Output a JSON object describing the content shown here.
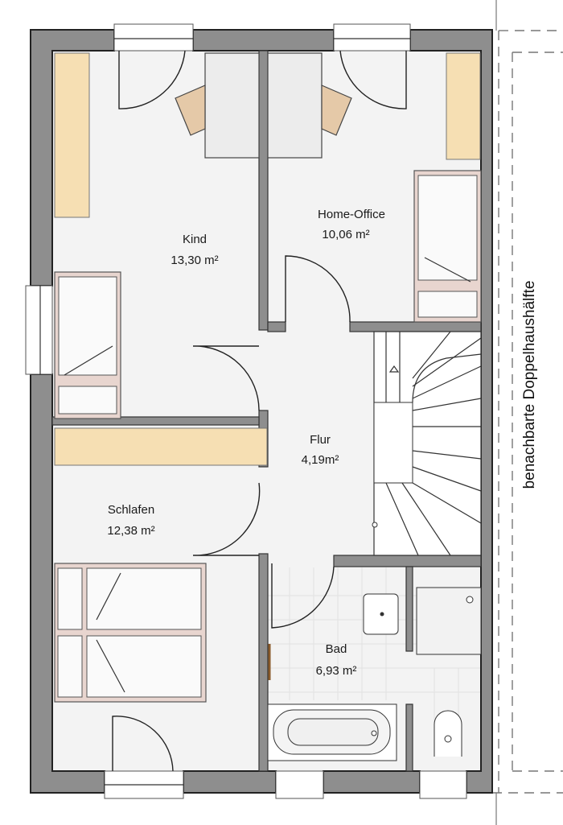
{
  "rooms": [
    {
      "name": "Kind",
      "area": "13,30 m²"
    },
    {
      "name": "Home-Office",
      "area": "10,06 m²"
    },
    {
      "name": "Flur",
      "area": "4,19m²"
    },
    {
      "name": "Schlafen",
      "area": "12,38 m²"
    },
    {
      "name": "Bad",
      "area": "6,93 m²"
    }
  ],
  "neighbor_label": "benachbarte Doppelhaushälfte",
  "colors": {
    "wall": "#8e8e8e",
    "wardrobe": "#f6dfb3",
    "bed": "#e8d5cf"
  }
}
